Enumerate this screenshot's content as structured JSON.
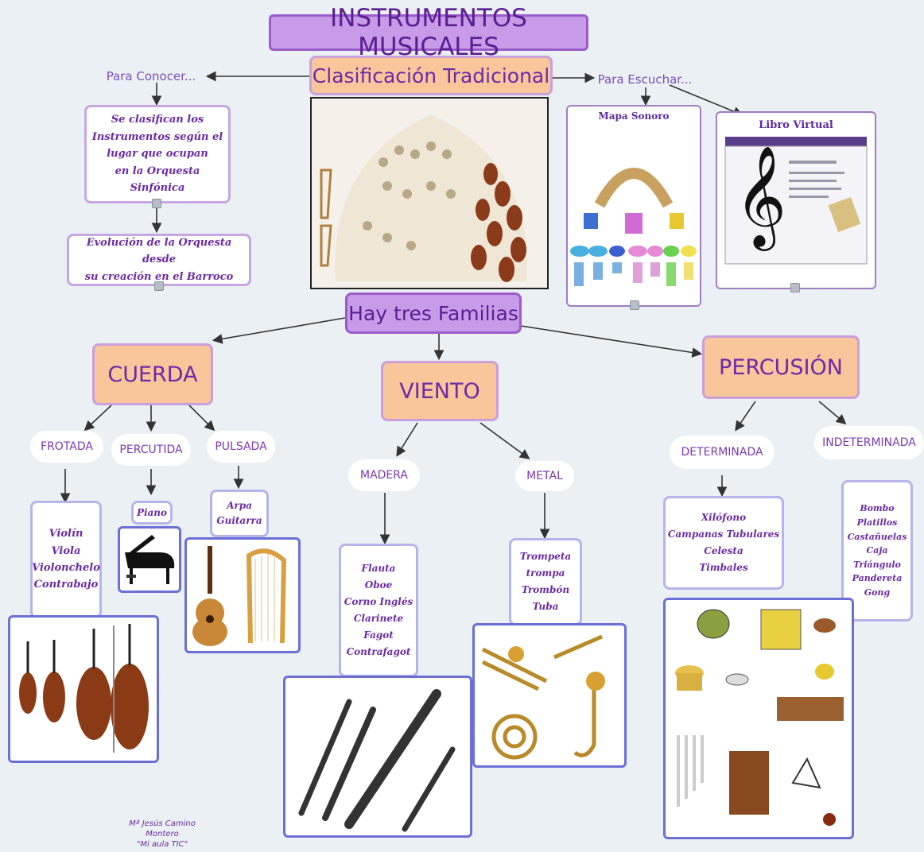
{
  "title": "INSTRUMENTOS MUSICALES",
  "classification": "Clasificación Tradicional",
  "para_conocer": "Para Conocer...",
  "para_escuchar": "Para Escuchar...",
  "clasifican_lines": [
    "Se clasifican los",
    "Instrumentos según el",
    "lugar que ocupan",
    "en la Orquesta Sinfónica"
  ],
  "evolucion_lines": [
    "Evolución de la Orquesta desde",
    "su creación en el Barroco"
  ],
  "mapa_sonoro": "Mapa Sonoro",
  "libro_virtual": "Libro Virtual",
  "hay_tres": "Hay tres Familias",
  "families": {
    "cuerda": {
      "label": "CUERDA",
      "frotada": {
        "label": "FROTADA",
        "items": [
          "Violín",
          "Viola",
          "Violonchelo",
          "Contrabajo"
        ]
      },
      "percutida": {
        "label": "PERCUTIDA",
        "items": [
          "Piano"
        ]
      },
      "pulsada": {
        "label": "PULSADA",
        "items": [
          "Arpa",
          "Guitarra"
        ]
      }
    },
    "viento": {
      "label": "VIENTO",
      "madera": {
        "label": "MADERA",
        "items": [
          "Flauta",
          "Oboe",
          "Corno Inglés",
          "Clarinete",
          "Fagot",
          "Contrafagot"
        ]
      },
      "metal": {
        "label": "METAL",
        "items": [
          "Trompeta",
          "trompa",
          "Trombón",
          "Tuba"
        ]
      }
    },
    "percusion": {
      "label": "PERCUSIÓN",
      "determinada": {
        "label": "DETERMINADA",
        "items": [
          "Xilófono",
          "Campanas Tubulares",
          "Celesta",
          "Timbales"
        ]
      },
      "indeterminada": {
        "label": "INDETERMINADA",
        "items": [
          "Bombo",
          "Platillos",
          "Castañuelas",
          "Caja",
          "Triángulo",
          "Pandereta",
          "Gong"
        ]
      }
    }
  },
  "credit_lines": [
    "Mª Jesús Camino Montero",
    "\"Mi aula TIC\""
  ],
  "colors": {
    "title_bg": "#c79be8",
    "orange_bg": "#f9c59a",
    "text_purple": "#6a2aa3",
    "image_border": "#6c6fd6",
    "background": "#eaf0f4"
  }
}
